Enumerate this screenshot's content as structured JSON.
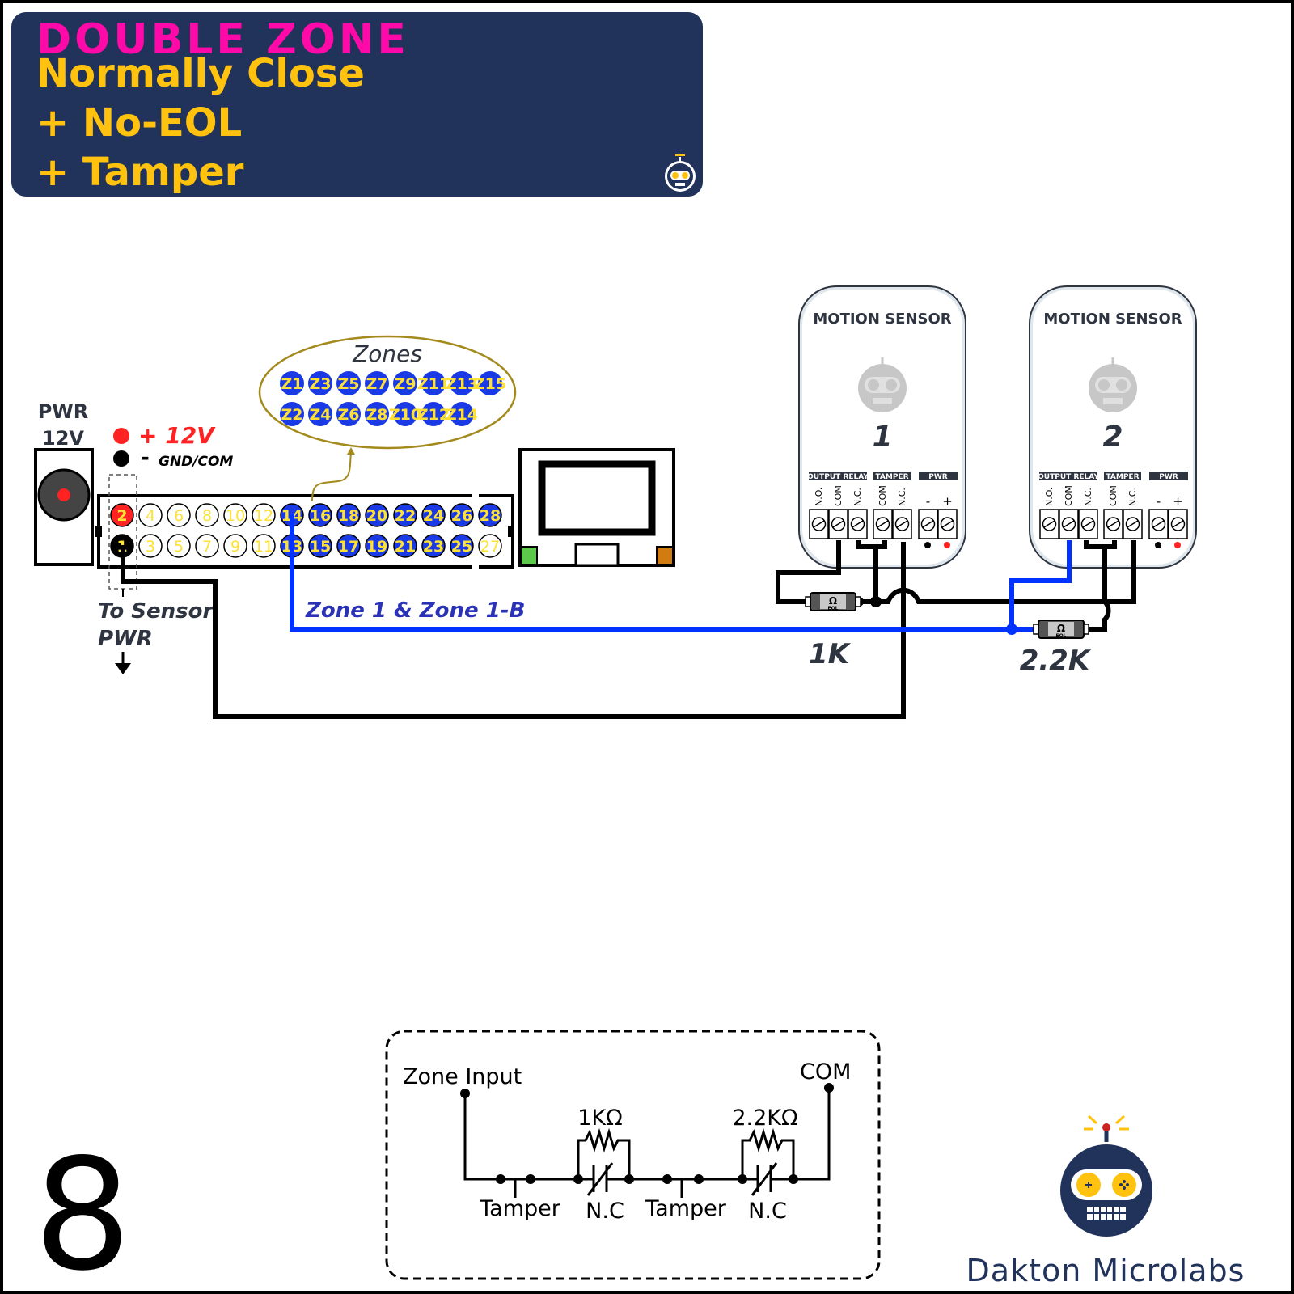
{
  "title": {
    "line1": "DOUBLE ZONE",
    "line2": "Normally Close",
    "line3": "+ No-EOL",
    "line4": "+ Tamper"
  },
  "power": {
    "label_top": "PWR",
    "label_bottom": "12V",
    "plus_label": "+ 12V",
    "minus_symbol": "-",
    "minus_label": "GND/COM",
    "sensor_pwr_line1": "To Sensor",
    "sensor_pwr_line2": "PWR"
  },
  "zones_bubble": {
    "title": "Zones",
    "row1": [
      "Z1",
      "Z3",
      "Z5",
      "Z7",
      "Z9",
      "Z11",
      "Z13",
      "Z15"
    ],
    "row2": [
      "Z2",
      "Z4",
      "Z6",
      "Z8",
      "Z10",
      "Z12",
      "Z14"
    ]
  },
  "terminal": {
    "top_row": [
      "2",
      "4",
      "6",
      "8",
      "10",
      "12",
      "14",
      "16",
      "18",
      "20",
      "22",
      "24",
      "26",
      "28"
    ],
    "bottom_row": [
      "1",
      "3",
      "5",
      "7",
      "9",
      "11",
      "13",
      "15",
      "17",
      "19",
      "21",
      "23",
      "25",
      "27"
    ]
  },
  "wire_label": "Zone 1 & Zone 1-B",
  "sensors": [
    {
      "title": "MOTION SENSOR",
      "number": "1",
      "groups": [
        "OUTPUT RELAY",
        "TAMPER",
        "PWR"
      ],
      "terminals": [
        "N.O.",
        "COM",
        "N.C.",
        "COM",
        "N.C.",
        "-",
        "+"
      ],
      "resistor": "1K"
    },
    {
      "title": "MOTION SENSOR",
      "number": "2",
      "groups": [
        "OUTPUT RELAY",
        "TAMPER",
        "PWR"
      ],
      "terminals": [
        "N.O.",
        "COM",
        "N.C.",
        "COM",
        "N.C.",
        "-",
        "+"
      ],
      "resistor": "2.2K"
    }
  ],
  "resistor_symbol": "Ω",
  "resistor_tag": "EOL",
  "schematic": {
    "zone_input": "Zone Input",
    "com": "COM",
    "r1": "1KΩ",
    "r2": "2.2KΩ",
    "tamper1": "Tamper",
    "nc1": "N.C",
    "tamper2": "Tamper",
    "nc2": "N.C"
  },
  "page_number": "8",
  "brand": "Dakton Microlabs",
  "colors": {
    "navy": "#21325b",
    "magenta": "#ff0aa8",
    "gold": "#ffc20e",
    "zone_blue": "#0033ff",
    "pin_blue": "#1a3ae6",
    "red": "#ff2222",
    "olive": "#a38a1d"
  }
}
